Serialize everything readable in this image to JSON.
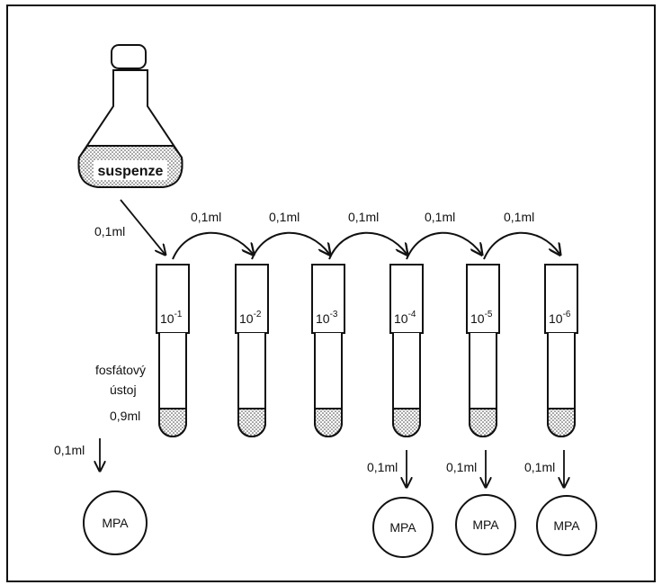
{
  "flask": {
    "label": "suspenze"
  },
  "transfer_volume": "0,1ml",
  "transfer_labels": [
    "0,1ml",
    "0,1ml",
    "0,1ml",
    "0,1ml",
    "0,1ml"
  ],
  "initial_transfer_label": "0,1ml",
  "tubes": [
    {
      "base": "10",
      "exp": "-1"
    },
    {
      "base": "10",
      "exp": "-2"
    },
    {
      "base": "10",
      "exp": "-3"
    },
    {
      "base": "10",
      "exp": "-4"
    },
    {
      "base": "10",
      "exp": "-5"
    },
    {
      "base": "10",
      "exp": "-6"
    }
  ],
  "buffer": {
    "line1": "fosfátový",
    "line2": "ústoj",
    "volume": "0,9ml"
  },
  "plating": [
    {
      "volume": "0,1ml",
      "plate": "MPA"
    },
    {
      "volume": "0,1ml",
      "plate": "MPA"
    },
    {
      "volume": "0,1ml",
      "plate": "MPA"
    },
    {
      "volume": "0,1ml",
      "plate": "MPA"
    }
  ]
}
